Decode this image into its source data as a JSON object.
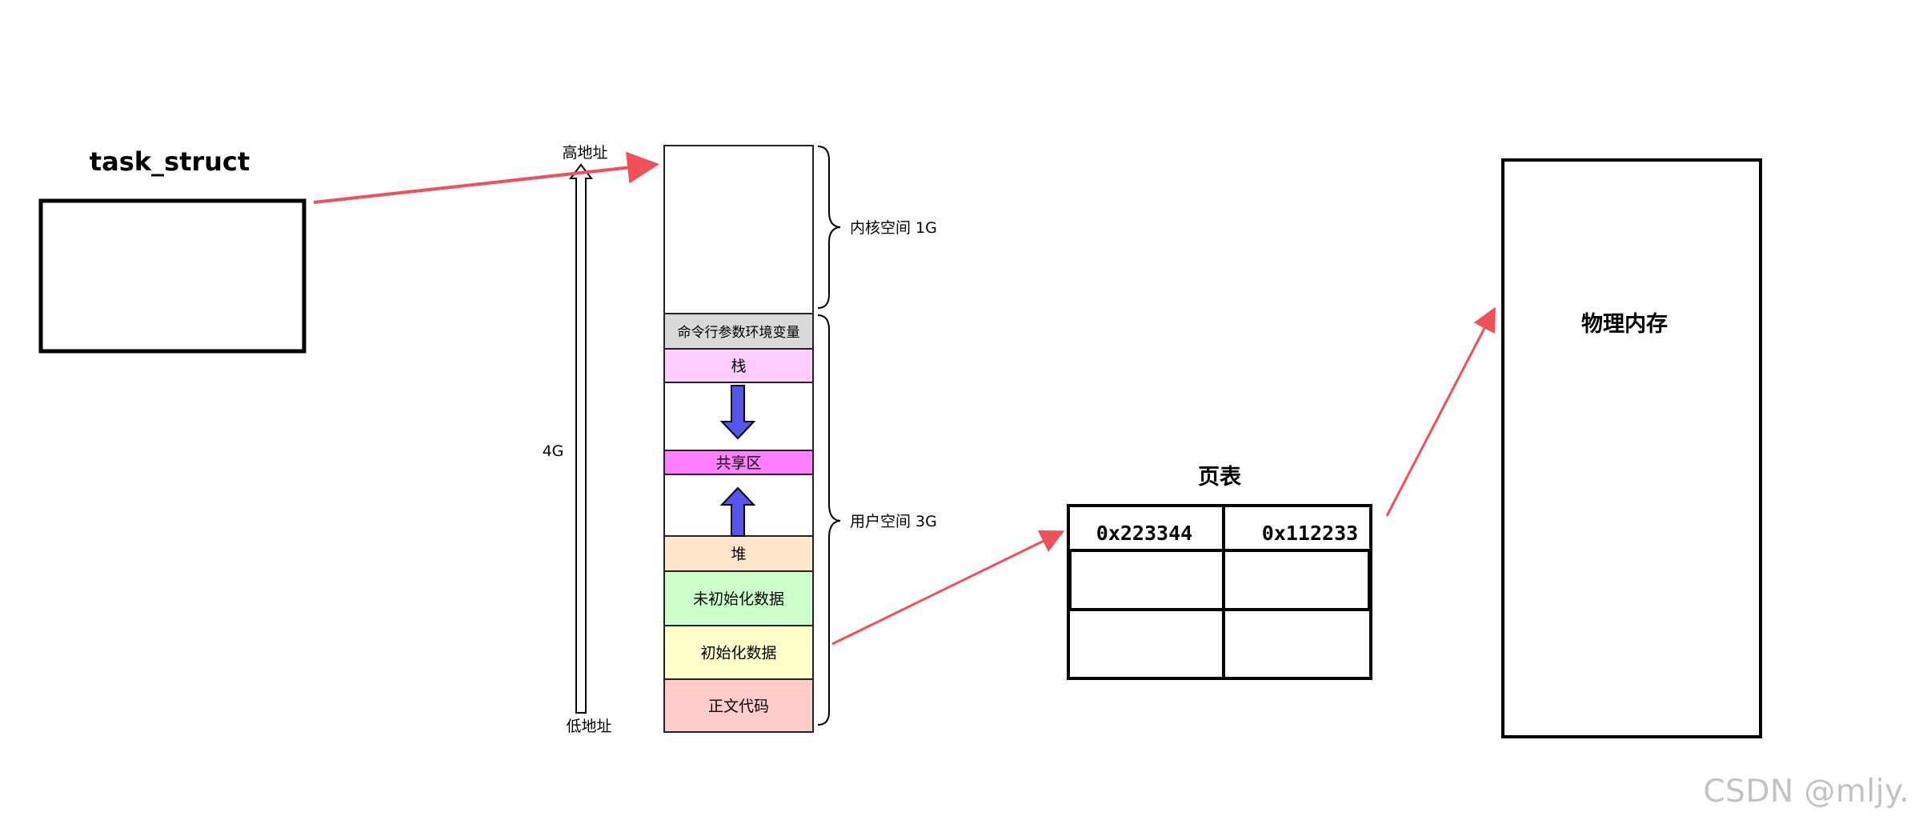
{
  "task_struct": {
    "title": "task_struct"
  },
  "address_axis": {
    "high_label": "高地址",
    "low_label": "低地址",
    "size_label": "4G"
  },
  "address_space": {
    "segments": [
      {
        "label": "",
        "color": "#ffffff"
      },
      {
        "label": "命令行参数环境变量",
        "color": "#d9d9d9"
      },
      {
        "label": "栈",
        "color": "#ffccff"
      },
      {
        "label": "",
        "color": "#ffffff"
      },
      {
        "label": "共享区",
        "color": "#ff80ff"
      },
      {
        "label": "",
        "color": "#ffffff"
      },
      {
        "label": "堆",
        "color": "#ffe6cc"
      },
      {
        "label": "未初始化数据",
        "color": "#ccffcc"
      },
      {
        "label": "初始化数据",
        "color": "#ffffcc"
      },
      {
        "label": "正文代码",
        "color": "#ffcccc"
      }
    ],
    "kernel_brace_label": "内核空间 1G",
    "user_brace_label": "用户空间 3G",
    "arrow_color": "#5555ee"
  },
  "page_table": {
    "title": "页表",
    "rows": [
      [
        "0x223344",
        "0x112233"
      ],
      [
        "",
        ""
      ],
      [
        "",
        ""
      ]
    ]
  },
  "physical_memory": {
    "label": "物理内存"
  },
  "connector_color": "#f0505a",
  "watermark": "CSDN @mljy."
}
